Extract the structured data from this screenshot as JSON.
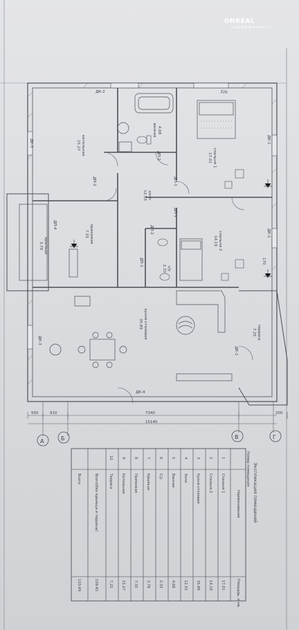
{
  "watermark": {
    "brand": "ONREAL",
    "sub": "недвижимость"
  },
  "plan": {
    "rooms": [
      {
        "id": "bedroom1",
        "name": "спальня 1",
        "area": "17.01"
      },
      {
        "id": "bedroom2",
        "name": "спальня 2",
        "area": "14.19"
      },
      {
        "id": "kitchen",
        "name": "кухня-столовая",
        "area": "35.89"
      },
      {
        "id": "hall",
        "name": "холл",
        "area": "12.53"
      },
      {
        "id": "bath",
        "name": "ванная",
        "area": "4.68"
      },
      {
        "id": "wc",
        "name": "с/у",
        "area": "2.33"
      },
      {
        "id": "porch",
        "name": "крыльцо",
        "area": "3.79"
      },
      {
        "id": "entry",
        "name": "прихожая",
        "area": "7.55"
      },
      {
        "id": "boiler",
        "name": "котельная",
        "area": "15.27"
      },
      {
        "id": "terrace",
        "name": "терраса",
        "area": "7.25"
      }
    ],
    "door_labels": [
      "ДК-2",
      "ДК-3",
      "ДК-3",
      "ДК-4",
      "ДП-1",
      "ДП-1",
      "ДП-1",
      "ДП-2",
      "ДП-2",
      "ДП-2",
      "ДП-4",
      "ДК-1",
      "ДК-1",
      "ДК-1"
    ],
    "dimensions": {
      "d1": "550",
      "d2": "910",
      "d3": "7340",
      "d4": "15140",
      "d5": "200",
      "top_a": "320",
      "top_b": "170"
    },
    "axes": [
      "А",
      "Б",
      "В",
      "Г"
    ]
  },
  "explication": {
    "title": "Экспликация помещений",
    "col_num": "Номер помещения",
    "col_name": "Наименование",
    "col_area": "Площадь, м кв.",
    "rows": [
      {
        "num": "1",
        "name": "Спальня 1",
        "area": "17.01"
      },
      {
        "num": "2",
        "name": "Спальня 2",
        "area": "14.19"
      },
      {
        "num": "3",
        "name": "Кухня-столовая",
        "area": "35.89"
      },
      {
        "num": "4",
        "name": "Холл",
        "area": "12.53"
      },
      {
        "num": "5",
        "name": "Ванная",
        "area": "4.68"
      },
      {
        "num": "6",
        "name": "С/у",
        "area": "2.33"
      },
      {
        "num": "7",
        "name": "Крыльцо",
        "area": "3.79"
      },
      {
        "num": "8",
        "name": "Прихожая",
        "area": "7.55"
      },
      {
        "num": "9",
        "name": "Котельная",
        "area": "15.27"
      },
      {
        "num": "10",
        "name": "Терраса",
        "area": "7.25"
      },
      {
        "num": "",
        "name": "Всего(без крыльца и террасы)",
        "area": "109.45"
      },
      {
        "num": "",
        "name": "Всего",
        "area": "120.49"
      }
    ]
  }
}
